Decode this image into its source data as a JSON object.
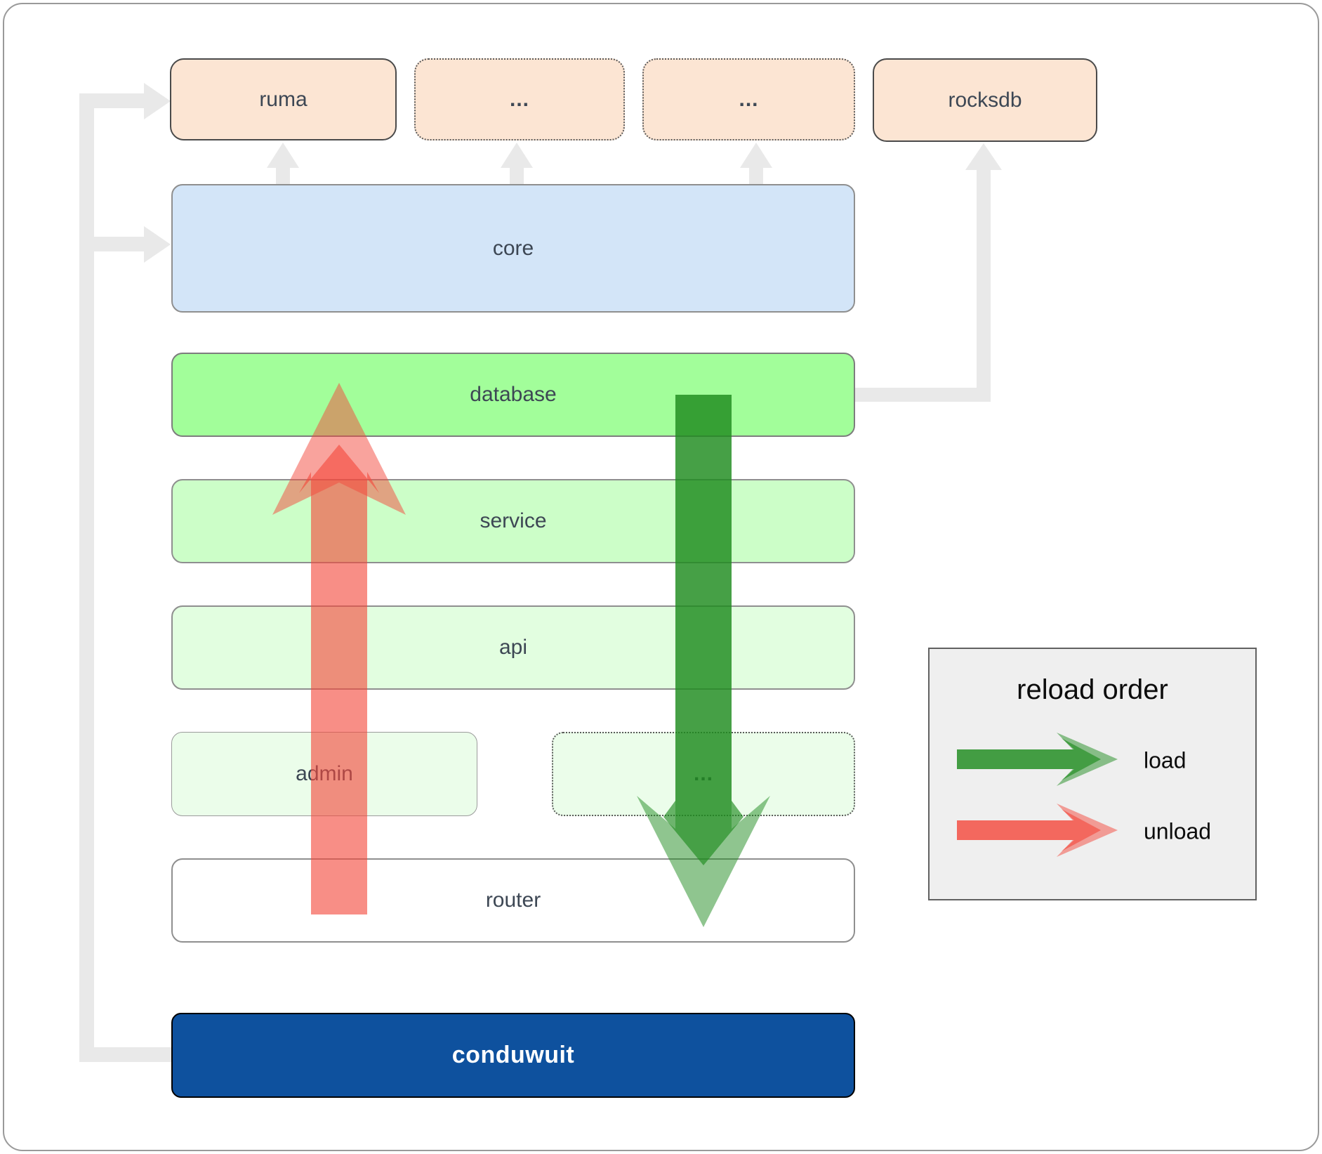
{
  "diagram": {
    "top_row": [
      {
        "label": "ruma"
      },
      {
        "label": "..."
      },
      {
        "label": "..."
      },
      {
        "label": "rocksdb"
      }
    ],
    "layers": [
      {
        "label": "core"
      },
      {
        "label": "database"
      },
      {
        "label": "service"
      },
      {
        "label": "api"
      }
    ],
    "admin_row": [
      {
        "label": "admin"
      },
      {
        "label": "..."
      }
    ],
    "router_label": "router",
    "app_label": "conduwuit"
  },
  "legend": {
    "title": "reload order",
    "items": [
      {
        "label": "load",
        "color": "#1f8c1f"
      },
      {
        "label": "unload",
        "color": "#f4483c"
      }
    ]
  },
  "colors": {
    "peach": "#fce5d3",
    "core_blue": "#d3e5f8",
    "database_green": "#a2fe9a",
    "service_green": "#ccfec8",
    "api_green": "#e2fee0",
    "admin_green": "#ebfdea",
    "conduwuit_blue": "#0e519e",
    "legend_bg": "#efefef",
    "connector_gray": "#e9e9e9",
    "load_green": "#1f8c1f",
    "unload_red": "#f4483c",
    "label_text": "#3d4754"
  }
}
